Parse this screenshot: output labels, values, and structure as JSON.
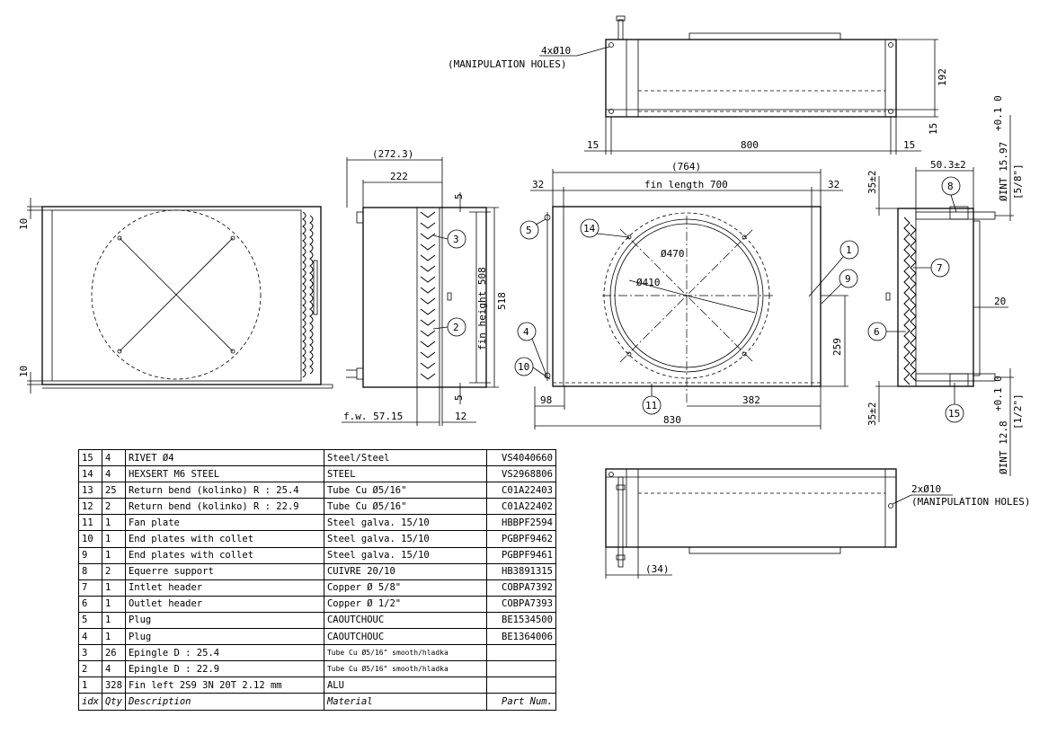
{
  "bom": {
    "rows": [
      {
        "idx": "15",
        "qty": "4",
        "description": "RIVET Ø4",
        "material": "Steel/Steel",
        "part": "VS4040660"
      },
      {
        "idx": "14",
        "qty": "4",
        "description": "HEXSERT M6 STEEL",
        "material": "STEEL",
        "part": "VS2968806"
      },
      {
        "idx": "13",
        "qty": "25",
        "description": "Return bend (kolinko) R : 25.4",
        "material": "Tube Cu Ø5/16\"",
        "part": "C01A22403"
      },
      {
        "idx": "12",
        "qty": "2",
        "description": "Return bend (kolinko) R : 22.9",
        "material": "Tube Cu Ø5/16\"",
        "part": "C01A22402"
      },
      {
        "idx": "11",
        "qty": "1",
        "description": "Fan plate",
        "material": "Steel galva. 15/10",
        "part": "HBBPF2594"
      },
      {
        "idx": "10",
        "qty": "1",
        "description": "End plates with collet",
        "material": "Steel galva. 15/10",
        "part": "PGBPF9462"
      },
      {
        "idx": "9",
        "qty": "1",
        "description": "End plates with collet",
        "material": "Steel galva. 15/10",
        "part": "PGBPF9461"
      },
      {
        "idx": "8",
        "qty": "2",
        "description": "Equerre support",
        "material": "CUIVRE 20/10",
        "part": "HB3891315"
      },
      {
        "idx": "7",
        "qty": "1",
        "description": "Intlet header",
        "material": "Copper  Ø  5/8\"",
        "part": "COBPA7392"
      },
      {
        "idx": "6",
        "qty": "1",
        "description": "Outlet header",
        "material": "Copper  Ø  1/2\"",
        "part": "COBPA7393"
      },
      {
        "idx": "5",
        "qty": "1",
        "description": "Plug",
        "material": "CAOUTCHOUC",
        "part": "BE1534500"
      },
      {
        "idx": "4",
        "qty": "1",
        "description": "Plug",
        "material": "CAOUTCHOUC",
        "part": "BE1364006"
      },
      {
        "idx": "3",
        "qty": "26",
        "description": "Epingle D : 25.4",
        "material": "Tube Cu Ø5/16\"  smooth/hladka",
        "part": ""
      },
      {
        "idx": "2",
        "qty": "4",
        "description": "Epingle D : 22.9",
        "material": "Tube Cu Ø5/16\"  smooth/hladka",
        "part": ""
      },
      {
        "idx": "1",
        "qty": "328",
        "description": "Fin left 2S9 3N 20T 2.12 mm",
        "material": "ALU",
        "part": ""
      }
    ],
    "header": {
      "idx": "idx",
      "qty": "Qty",
      "description": "Description",
      "material": "Material",
      "part": "Part Num."
    }
  },
  "top_view": {
    "holes_label": "4xØ10",
    "holes_note": "(MANIPULATION HOLES)",
    "dim_height": "192",
    "dim_left": "15",
    "dim_width": "800",
    "dim_right": "15",
    "dim_small": "15"
  },
  "bottom_view": {
    "holes_label": "2xØ10",
    "holes_note": "(MANIPULATION HOLES)",
    "dim_offset": "(34)"
  },
  "side_view": {
    "dim_top": "10",
    "dim_bottom": "10"
  },
  "section_view": {
    "dim_overall": "(272.3)",
    "dim_222": "222",
    "dim_5_top": "5",
    "dim_5_bottom": "5",
    "dim_height": "518",
    "fin_height": "fin height 508",
    "fin_width": "f.w. 57.15",
    "dim_12": "12",
    "balloons": [
      "3",
      "2"
    ]
  },
  "front_view": {
    "dim_overall": "(764)",
    "fin_length": "fin length 700",
    "dim_32_left": "32",
    "dim_32_right": "32",
    "dia_470": "Ø470",
    "dia_410": "Ø410",
    "dim_259": "259",
    "dim_98": "98",
    "dim_382": "382",
    "dim_830": "830",
    "balloons": [
      "14",
      "1",
      "9",
      "5",
      "4",
      "10",
      "11"
    ]
  },
  "end_view": {
    "dim_support": "50.3±2",
    "dim_35_top": "35±2",
    "dim_35_bottom": "35±2",
    "dim_20": "20",
    "inlet": "ØINT 15.97",
    "inlet_tol": "+0.1 0",
    "inlet_inch": "[5/8\"]",
    "outlet": "ØINT 12.8",
    "outlet_tol": "+0.1 0",
    "outlet_inch": "[1/2\"]",
    "balloons": [
      "8",
      "7",
      "6",
      "15"
    ]
  }
}
